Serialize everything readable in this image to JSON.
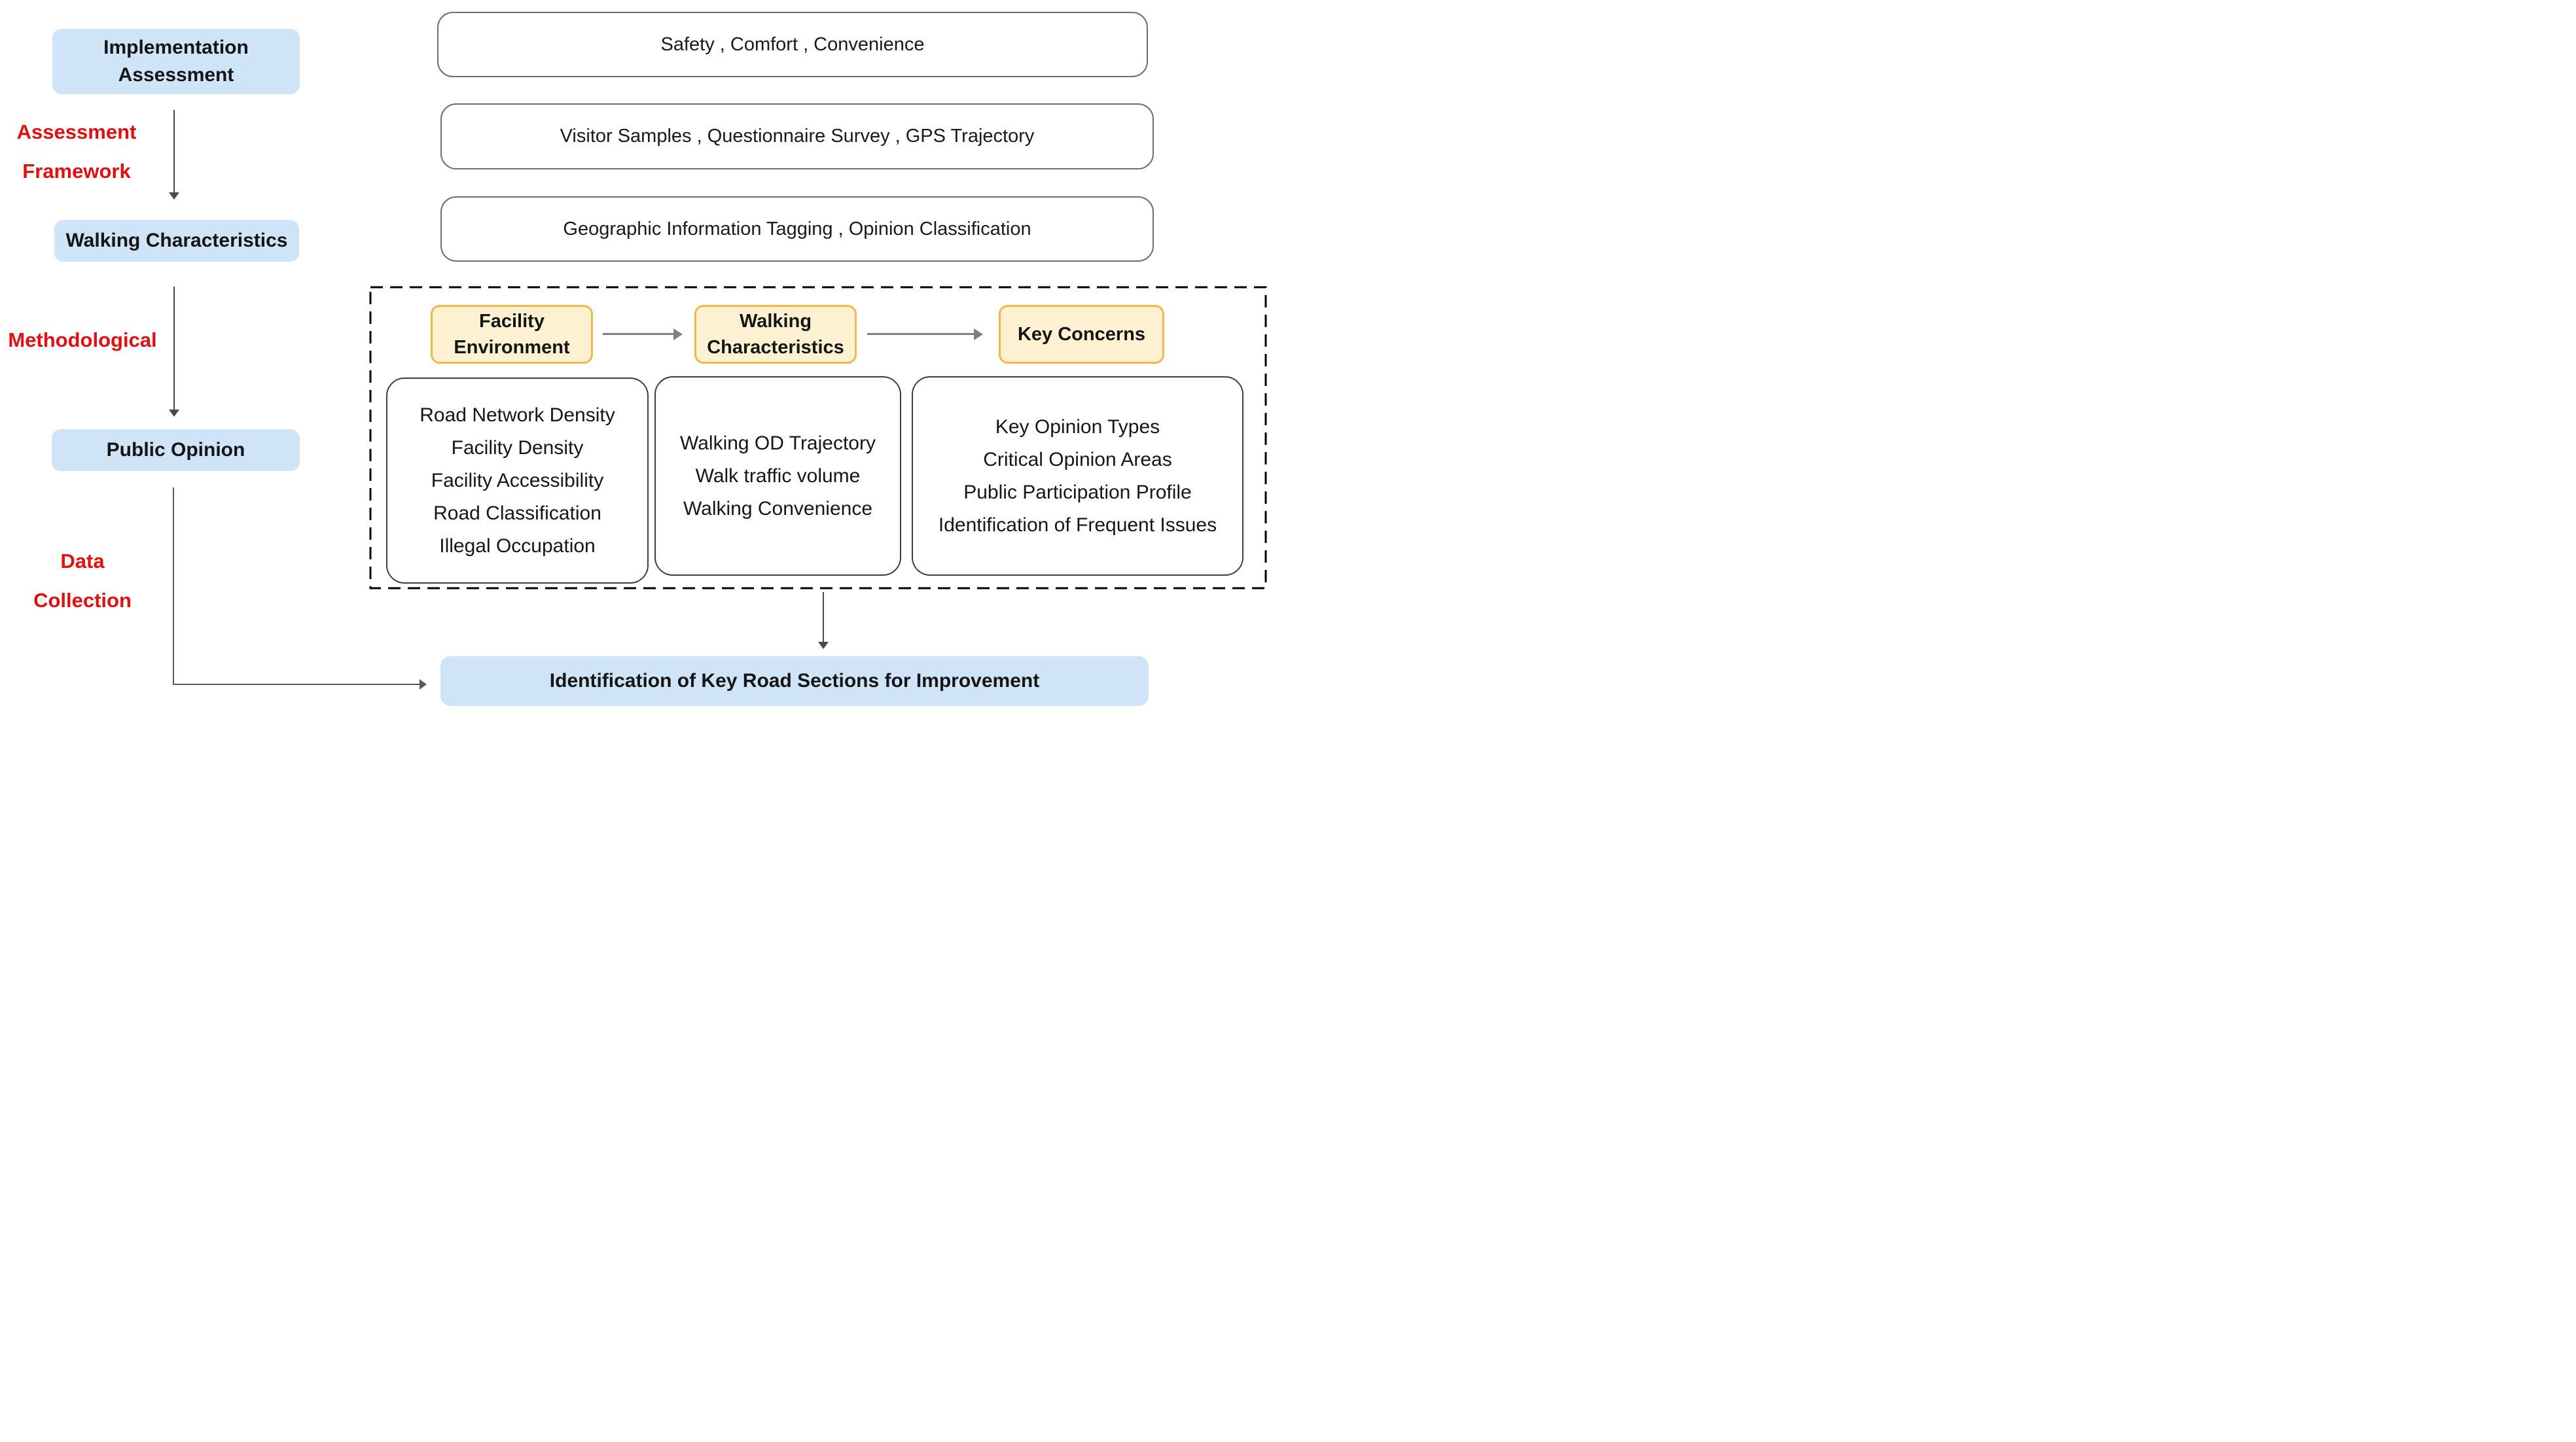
{
  "colors": {
    "box_blue": "#cfe5f7",
    "box_yellow_fill": "#fdf1d2",
    "box_yellow_border": "#f3b84a",
    "label_red": "#e01010",
    "arrow_dark": "#4a4a4a",
    "arrow_gray": "#7f7f7f",
    "white_box_border": "#6e6e6e",
    "dashed_border": "#000000"
  },
  "left_flow": {
    "implementation_assessment": {
      "line1": "Implementation",
      "line2": "Assessment"
    },
    "label_assessment_framework": {
      "line1": "Assessment",
      "line2": "Framework"
    },
    "walking_characteristics": "Walking Characteristics",
    "label_methodological": "Methodological",
    "public_opinion": "Public Opinion",
    "label_data_collection": {
      "line1": "Data",
      "line2": "Collection"
    }
  },
  "right_flow": {
    "criteria": "Safety , Comfort , Convenience",
    "data_sources": "Visitor Samples , Questionnaire Survey , GPS Trajectory",
    "processing": "Geographic Information Tagging , Opinion Classification"
  },
  "analysis_group": {
    "facility_environment": {
      "line1": "Facility",
      "line2": "Environment"
    },
    "walking_characteristics": {
      "line1": "Walking",
      "line2": "Characteristics"
    },
    "key_concerns": "Key Concerns",
    "facility_items": [
      "Road Network Density",
      "Facility Density",
      "Facility Accessibility",
      "Road Classification",
      "Illegal Occupation"
    ],
    "walking_items": [
      "Walking OD Trajectory",
      "Walk traffic volume",
      "Walking Convenience"
    ],
    "concerns_items": [
      "Key Opinion Types",
      "Critical Opinion Areas",
      "Public Participation Profile",
      "Identification of Frequent Issues"
    ]
  },
  "outcome": {
    "identification": "Identification of Key Road Sections for Improvement"
  }
}
